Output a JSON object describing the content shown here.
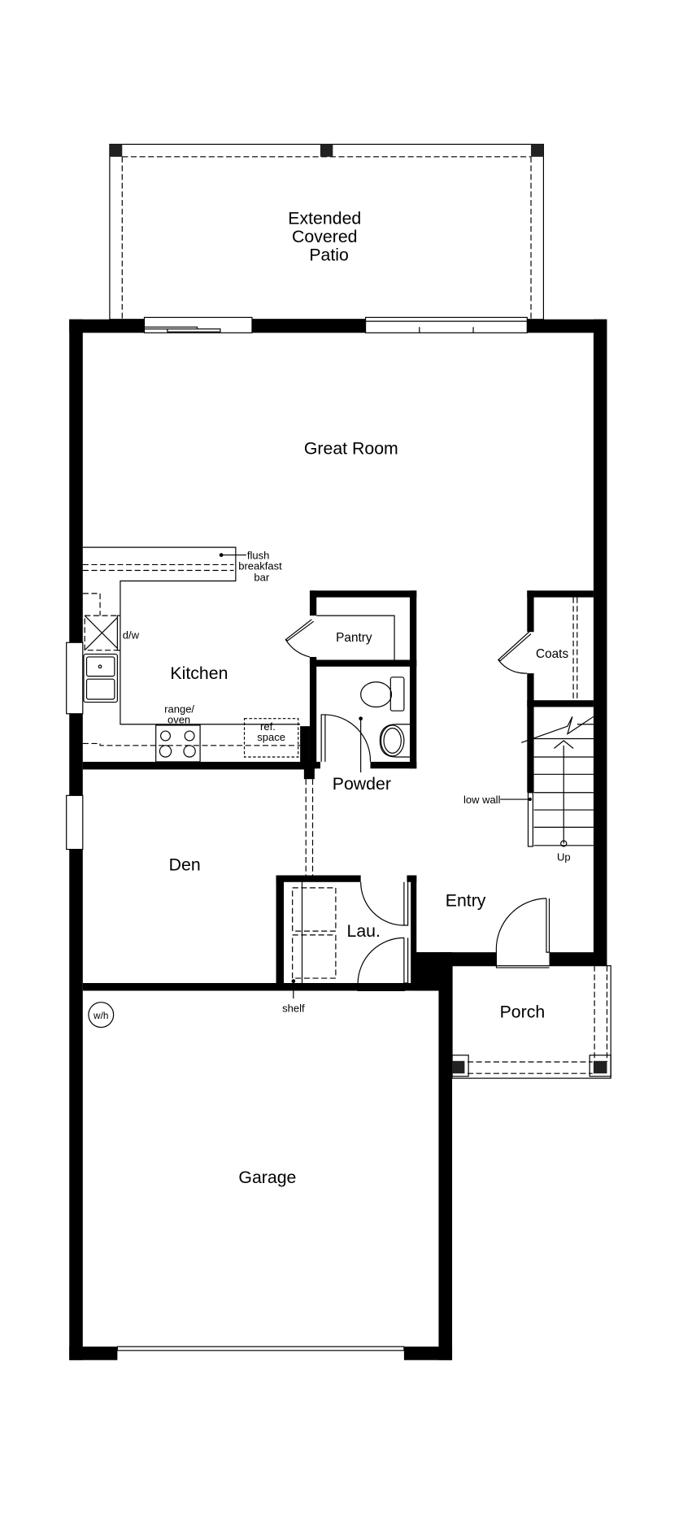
{
  "rooms": {
    "patio": [
      "Extended",
      "Covered",
      "Patio"
    ],
    "great_room": "Great Room",
    "kitchen": "Kitchen",
    "pantry": "Pantry",
    "powder": "Powder",
    "coats": "Coats",
    "den": "Den",
    "laundry": "Lau.",
    "entry": "Entry",
    "porch": "Porch",
    "garage": "Garage"
  },
  "labels": {
    "breakfast_bar": [
      "flush",
      "breakfast",
      "bar"
    ],
    "dishwasher": "d/w",
    "range": [
      "range/",
      "oven"
    ],
    "refrigerator": [
      "ref.",
      "space"
    ],
    "low_wall": "low wall",
    "stairs_up": "Up",
    "shelf": "shelf",
    "water_heater": "w/h"
  },
  "colors": {
    "wall": "#000000",
    "background": "#ffffff",
    "post": "#222222"
  }
}
